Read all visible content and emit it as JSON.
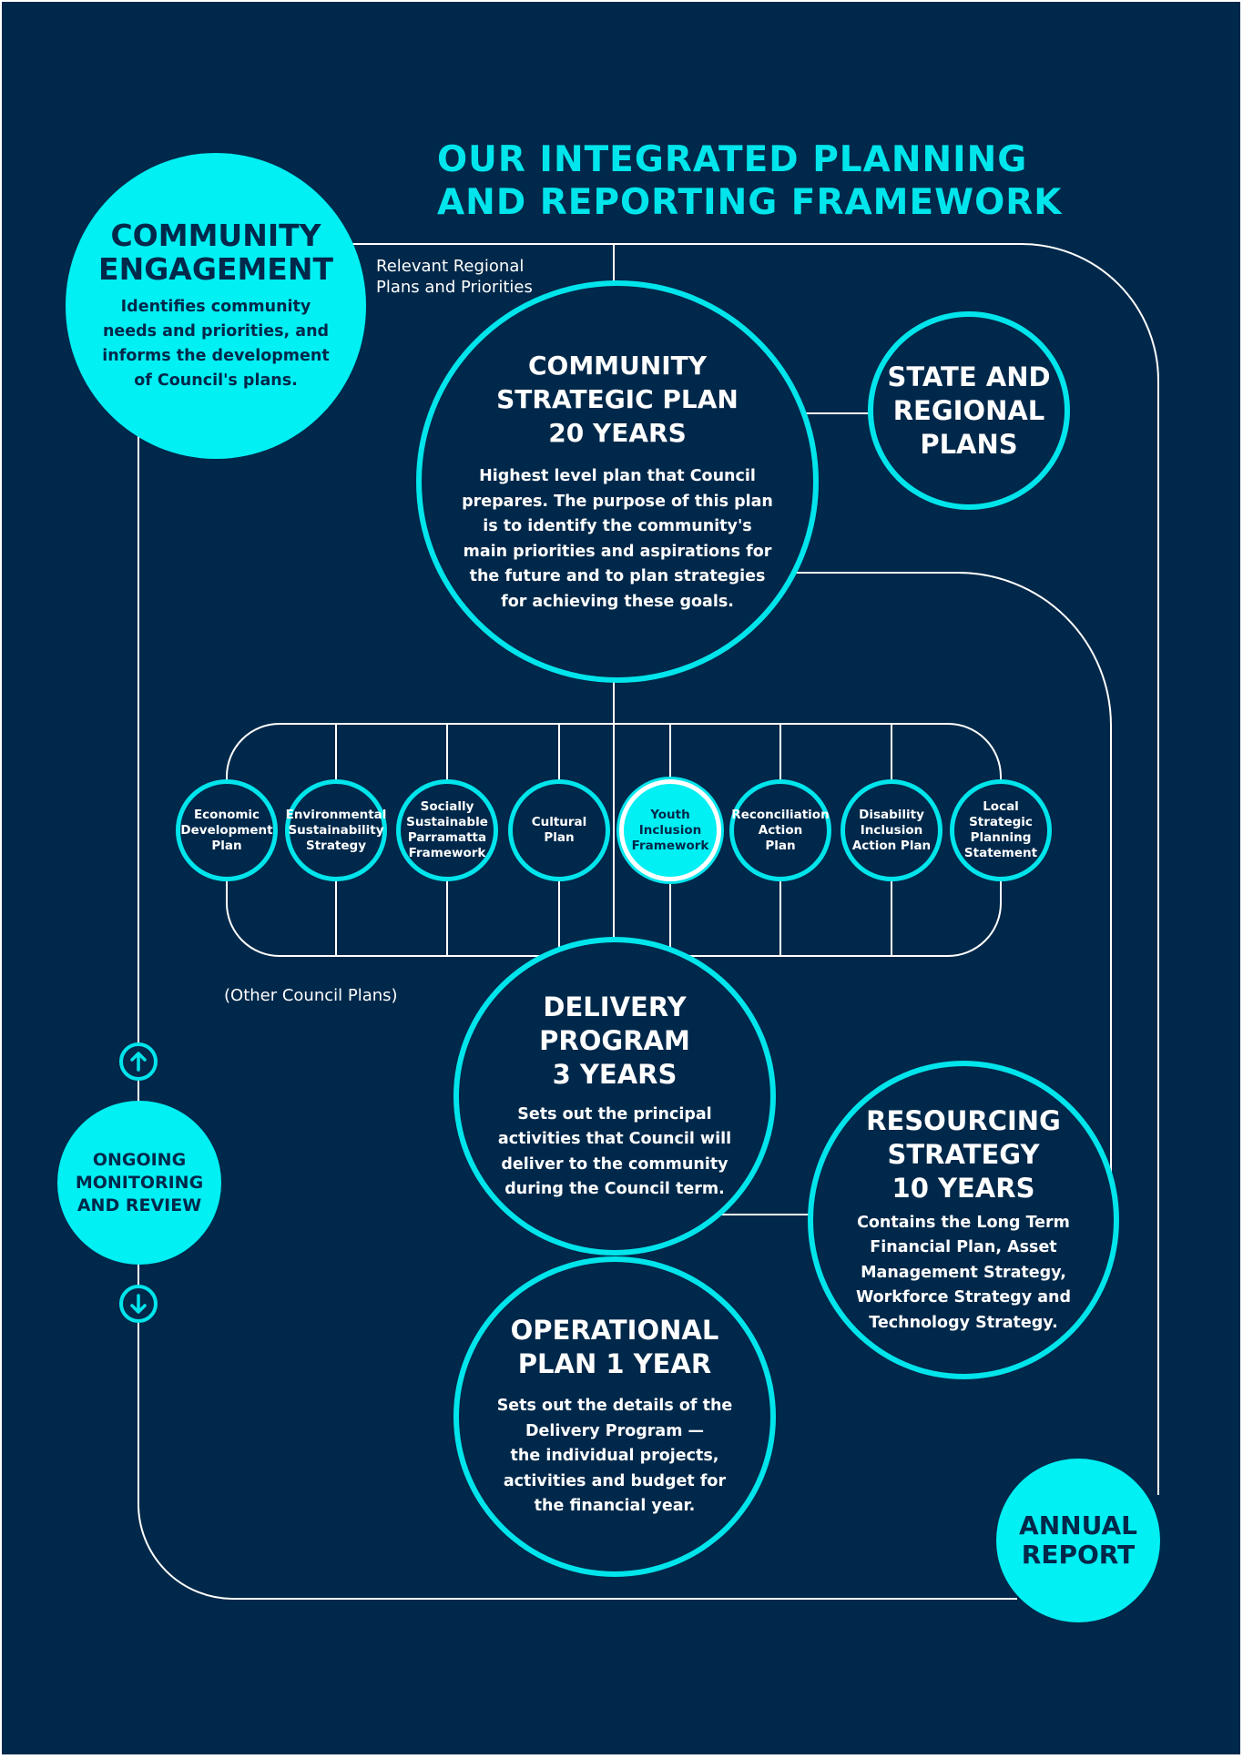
{
  "title_lines": [
    "OUR INTEGRATED PLANNING",
    "AND REPORTING FRAMEWORK"
  ],
  "community_engagement": {
    "heading": [
      "COMMUNITY",
      "ENGAGEMENT"
    ],
    "description": [
      "Identifies community",
      "needs and priorities, and",
      "informs the development",
      "of Council's plans."
    ]
  },
  "regional_label": [
    "Relevant Regional",
    "Plans and Priorities"
  ],
  "community_strategic_plan": {
    "heading": [
      "COMMUNITY",
      "STRATEGIC PLAN",
      "20 YEARS"
    ],
    "description": [
      "Highest level plan that Council",
      "prepares. The purpose of this plan",
      "is to identify the community's",
      "main priorities and aspirations for",
      "the future and to plan strategies",
      "for achieving these goals."
    ]
  },
  "state_regional_plans": {
    "heading": [
      "STATE AND",
      "REGIONAL",
      "PLANS"
    ]
  },
  "other_council_plans": [
    {
      "lines": [
        "Economic",
        "Development",
        "Plan"
      ],
      "highlighted": false
    },
    {
      "lines": [
        "Environmental",
        "Sustainability",
        "Strategy"
      ],
      "highlighted": false
    },
    {
      "lines": [
        "Socially",
        "Sustainable",
        "Parramatta",
        "Framework"
      ],
      "highlighted": false
    },
    {
      "lines": [
        "Cultural",
        "Plan"
      ],
      "highlighted": false
    },
    {
      "lines": [
        "Youth",
        "Inclusion",
        "Framework"
      ],
      "highlighted": true
    },
    {
      "lines": [
        "Reconciliation",
        "Action",
        "Plan"
      ],
      "highlighted": false
    },
    {
      "lines": [
        "Disability",
        "Inclusion",
        "Action Plan"
      ],
      "highlighted": false
    },
    {
      "lines": [
        "Local",
        "Strategic",
        "Planning",
        "Statement"
      ],
      "highlighted": false
    }
  ],
  "other_plans_label": "(Other Council Plans)",
  "delivery_program": {
    "heading": [
      "DELIVERY",
      "PROGRAM",
      "3 YEARS"
    ],
    "description": [
      "Sets out the principal",
      "activities that Council will",
      "deliver to the community",
      "during the Council term."
    ]
  },
  "resourcing_strategy": {
    "heading": [
      "RESOURCING",
      "STRATEGY",
      "10 YEARS"
    ],
    "description": [
      "Contains the Long Term",
      "Financial Plan, Asset",
      "Management Strategy,",
      "Workforce Strategy and",
      "Technology Strategy."
    ]
  },
  "operational_plan": {
    "heading": [
      "OPERATIONAL",
      "PLAN 1 YEAR"
    ],
    "description": [
      "Sets out the details of the",
      "Delivery Program —",
      "the individual projects,",
      "activities and budget for",
      "the financial year."
    ]
  },
  "monitoring": {
    "heading": [
      "ONGOING",
      "MONITORING",
      "AND REVIEW"
    ],
    "up_icon": "arrow-up-circle-icon",
    "down_icon": "arrow-down-circle-icon"
  },
  "annual_report": {
    "heading": [
      "ANNUAL",
      "REPORT"
    ]
  },
  "colors": {
    "background": "#00284a",
    "accent": "#00e5ec",
    "filled": "#00f0f3",
    "text_light": "#ffffff"
  }
}
